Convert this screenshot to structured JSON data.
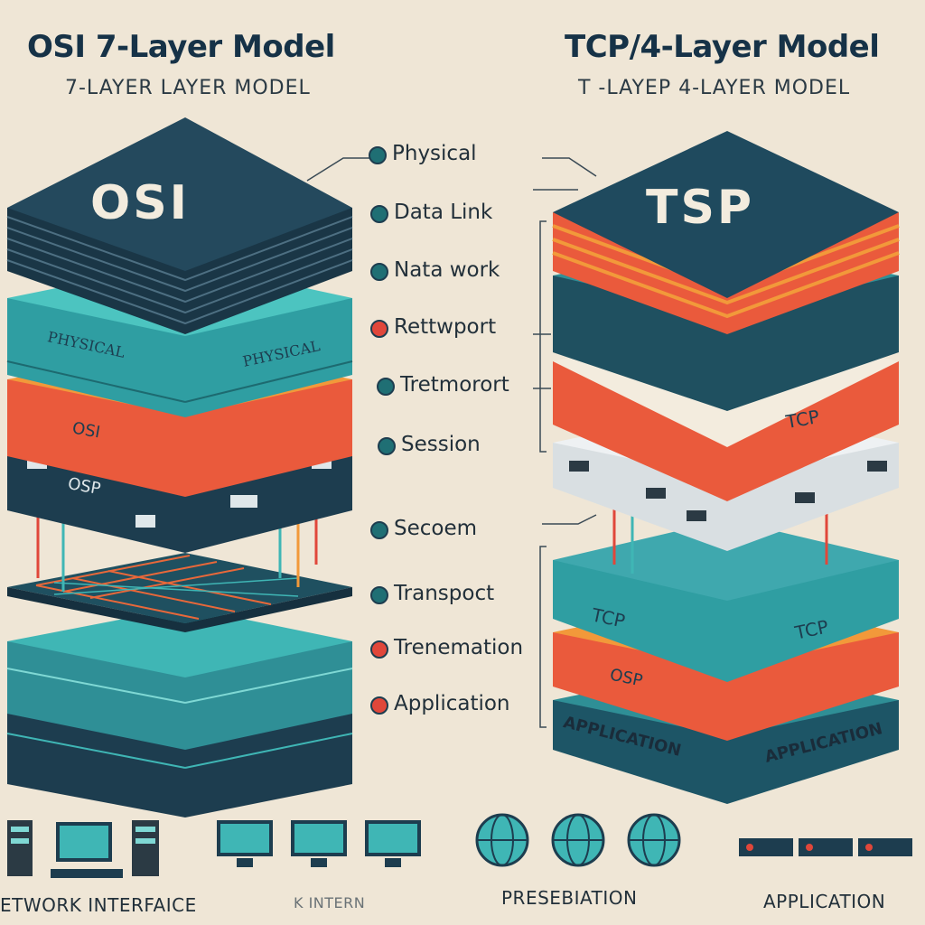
{
  "header": {
    "osi_title": "OSI 7-Layer Model",
    "osi_subtitle": "7-LAYER LAYER MODEL",
    "tcp_title": "TCP/4-Layer Model",
    "tcp_subtitle": "T -LAYEP 4-LAYER MODEL"
  },
  "osi_stack": {
    "top_label": "OSI",
    "slab_texts": [
      "PHYSICAL",
      "PHYSICAL",
      "OSI",
      "OSP"
    ]
  },
  "tcp_stack": {
    "top_label": "TSP",
    "slab_texts": [
      "TCP",
      "TCP",
      "TCP",
      "OSP",
      "APPLICATION",
      "APPLICATION"
    ]
  },
  "layer_labels": [
    {
      "text": "Physical",
      "dot": "#1f6f74"
    },
    {
      "text": "Data Link",
      "dot": "#1f6f74"
    },
    {
      "text": "Nata work",
      "dot": "#1f6f74"
    },
    {
      "text": "Rettwport",
      "dot": "#e0473a"
    },
    {
      "text": "Tretmorort",
      "dot": "#1f6f74"
    },
    {
      "text": "Session",
      "dot": "#1f6f74"
    },
    {
      "text": "Secoem",
      "dot": "#1f6f74"
    },
    {
      "text": "Transpoct",
      "dot": "#1f6f74"
    },
    {
      "text": "Trenemation",
      "dot": "#e0473a"
    },
    {
      "text": "Application",
      "dot": "#e0473a"
    }
  ],
  "bottom_labels": {
    "network_interface": "ETWORK INTERFAICE",
    "internet": "K INTERN",
    "presentation": "PRESEBIATION",
    "application": "APPLICATION"
  },
  "colors": {
    "background": "#efe6d6",
    "navy": "#1d3d4f",
    "teal": "#3fb6b5",
    "orange": "#f2993a",
    "red_orange": "#ea5a3c",
    "cream": "#f3ecde"
  }
}
